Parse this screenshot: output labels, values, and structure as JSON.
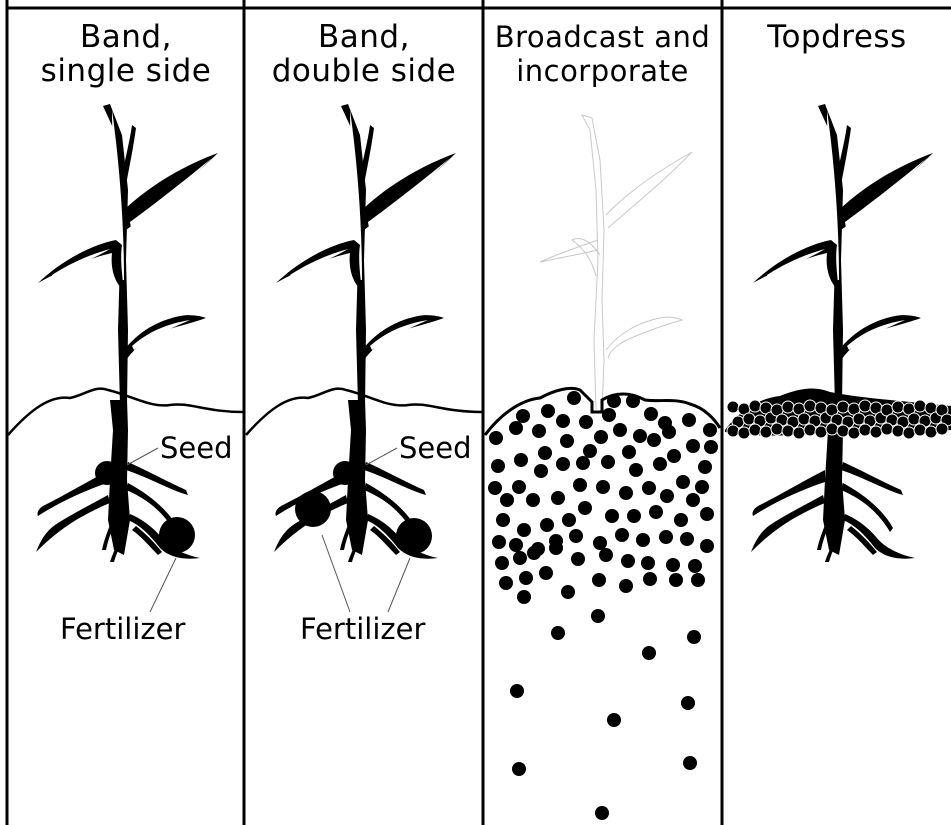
{
  "panels": [
    {
      "id": "band-single",
      "title_lines": [
        "Band,",
        "single side"
      ],
      "seed_label": "Seed",
      "fertilizer_label": "Fertilizer"
    },
    {
      "id": "band-double",
      "title_lines": [
        "Band,",
        "double side"
      ],
      "seed_label": "Seed",
      "fertilizer_label": "Fertilizer"
    },
    {
      "id": "broadcast",
      "title_lines": [
        "Broadcast and",
        "incorporate"
      ]
    },
    {
      "id": "topdress",
      "title_lines": [
        "Topdress"
      ]
    }
  ],
  "colors": {
    "ink": "#000000",
    "faint_plant": "#c8c8c8",
    "background": "#ffffff"
  }
}
